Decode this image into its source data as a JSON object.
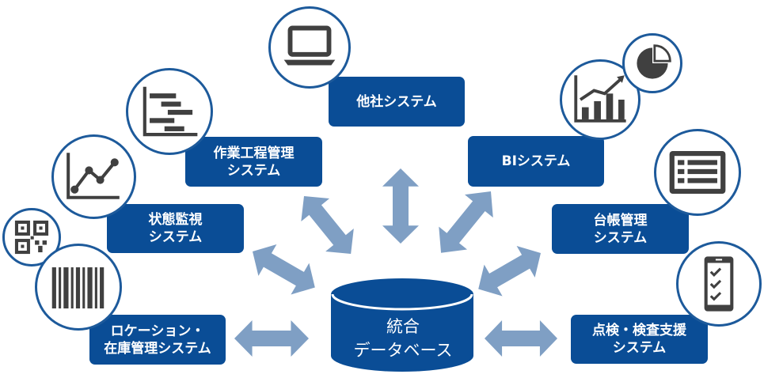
{
  "center": {
    "line1": "統合",
    "line2": "データベース"
  },
  "systems": {
    "other": {
      "line1": "他社システム"
    },
    "work": {
      "line1": "作業工程管理",
      "line2": "システム"
    },
    "bi": {
      "line1": "BIシステム"
    },
    "status": {
      "line1": "状態監視",
      "line2": "システム"
    },
    "ledger": {
      "line1": "台帳管理",
      "line2": "システム"
    },
    "location": {
      "line1": "ロケーション・",
      "line2": "在庫管理システム"
    },
    "inspection": {
      "line1": "点検・検査支援",
      "line2": "システム"
    }
  },
  "colors": {
    "box": "#0a4d96",
    "arrow": "#7f9fc4",
    "icon": "#404040",
    "circle_border": "#1d5a9b"
  },
  "icons": [
    "laptop-icon",
    "gantt-chart-icon",
    "line-chart-icon",
    "qr-code-icon",
    "barcode-icon",
    "bar-chart-icon",
    "pie-chart-icon",
    "tablet-list-icon",
    "checklist-phone-icon"
  ]
}
